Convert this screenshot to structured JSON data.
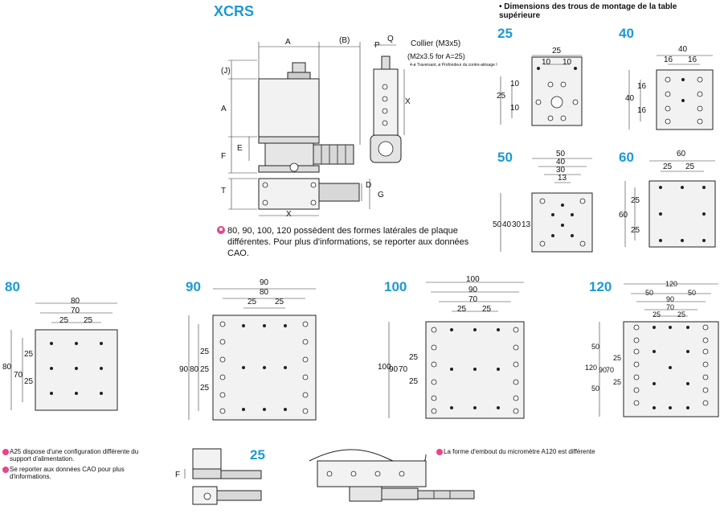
{
  "header": {
    "series": "XCRS",
    "section_title": "• Dimensions des trous de montage de la table supérieure"
  },
  "main_drawing": {
    "dim_labels": [
      "A",
      "(B)",
      "P",
      "Q",
      "(J)",
      "A",
      "F",
      "E",
      "T",
      "X",
      "X",
      "D",
      "G"
    ],
    "collar_label": "Collier (M3x5)",
    "collar_note": "(M2x3.5 for A=25)",
    "depth_note": "4-ø Traversant, ø Profondeur du contre-alésage I"
  },
  "notes": {
    "side_plate": "80, 90, 100, 120 possèdent des formes latérales de plaque différentes. Pour plus d'informations, se reporter aux données CAO.",
    "a25": "A25 dispose d'une configuration différente du support d'alimentation.",
    "cad": "Se reporter aux données CAO pour plus d'informations.",
    "a120": "La forme d'embout du micromètre A120 est différente"
  },
  "plates": [
    {
      "id": "25",
      "size": "25",
      "top_dims": [
        "25",
        "10",
        "10"
      ],
      "side_dims": [
        "25",
        "10",
        "10"
      ]
    },
    {
      "id": "40",
      "size": "40",
      "top_dims": [
        "40",
        "16",
        "16"
      ],
      "side_dims": [
        "40",
        "16",
        "16"
      ]
    },
    {
      "id": "50",
      "size": "50",
      "top_dims": [
        "50",
        "40",
        "30",
        "13"
      ],
      "side_dims": [
        "50",
        "40",
        "30",
        "13"
      ]
    },
    {
      "id": "60",
      "size": "60",
      "top_dims": [
        "60",
        "25",
        "25"
      ],
      "side_dims": [
        "60",
        "25",
        "25"
      ]
    },
    {
      "id": "80",
      "size": "80",
      "top_dims": [
        "80",
        "70",
        "25",
        "25"
      ],
      "side_dims": [
        "80",
        "70",
        "25",
        "25"
      ]
    },
    {
      "id": "90",
      "size": "90",
      "top_dims": [
        "90",
        "80",
        "25",
        "25"
      ],
      "side_dims": [
        "90",
        "80",
        "25",
        "25",
        "25"
      ]
    },
    {
      "id": "100",
      "size": "100",
      "top_dims": [
        "100",
        "90",
        "70",
        "25",
        "25"
      ],
      "side_dims": [
        "100",
        "90",
        "70",
        "25",
        "25"
      ]
    },
    {
      "id": "120",
      "size": "120",
      "top_dims": [
        "120",
        "50",
        "50",
        "90",
        "70",
        "25",
        "25"
      ],
      "side_dims": [
        "120",
        "50",
        "90",
        "70",
        "25",
        "25",
        "50"
      ]
    }
  ],
  "bottom": {
    "a25_label": "25",
    "f_label": "F"
  }
}
